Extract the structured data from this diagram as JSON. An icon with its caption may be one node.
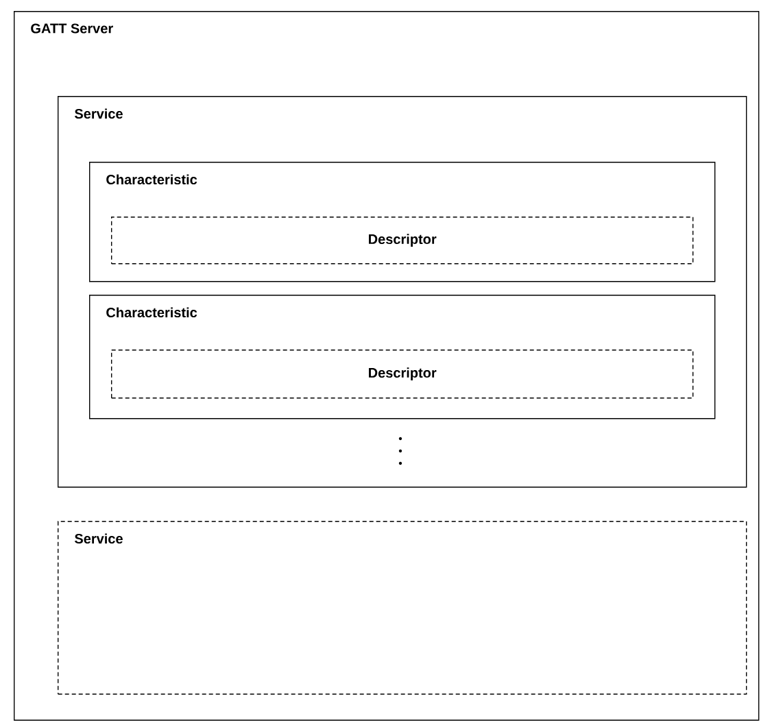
{
  "diagram": {
    "nodes": [
      {
        "text": [
          "GATT Server"
        ]
      },
      {
        "text": [
          "Service"
        ],
        "in": 0
      },
      {
        "text": [
          "Characteristic"
        ],
        "in": 1
      },
      {
        "text": [
          "Descriptor"
        ],
        "in": 2
      },
      {
        "text": [
          "Characteristic"
        ],
        "in": 1
      },
      {
        "text": [
          "Descriptor"
        ],
        "in": 4
      },
      {
        "text": [
          "Service"
        ],
        "in": 0
      }
    ]
  }
}
